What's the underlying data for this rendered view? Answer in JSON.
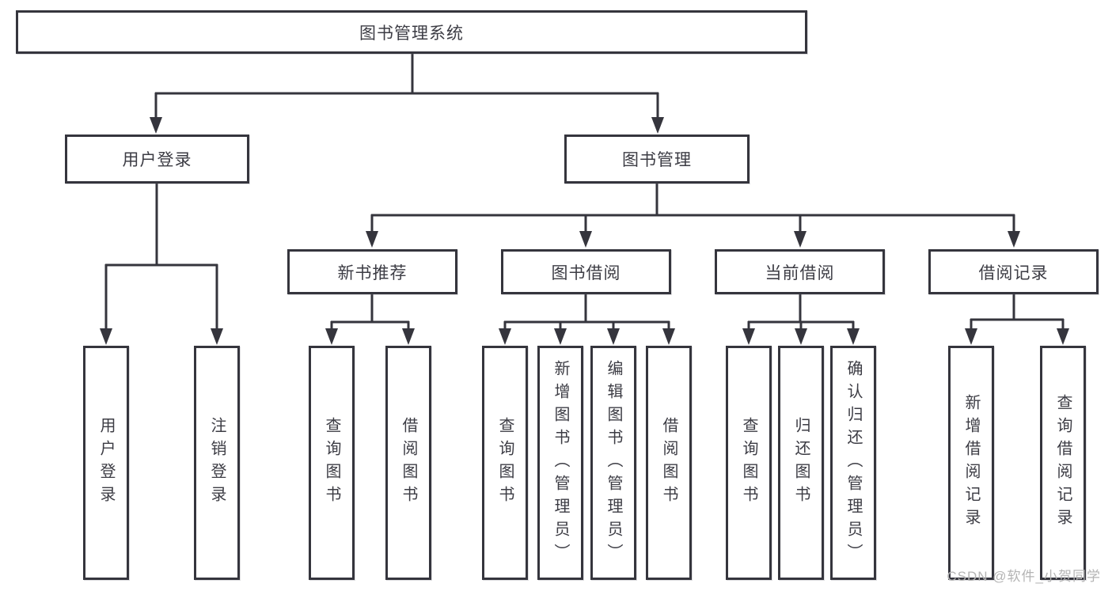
{
  "diagram": {
    "tree": {
      "root": {
        "label": "图书管理系统",
        "children": [
          {
            "label": "用户登录",
            "children": [
              {
                "label": "用户登录"
              },
              {
                "label": "注销登录"
              }
            ]
          },
          {
            "label": "图书管理",
            "children": [
              {
                "label": "新书推荐",
                "children": [
                  {
                    "label": "查询图书"
                  },
                  {
                    "label": "借阅图书"
                  }
                ]
              },
              {
                "label": "图书借阅",
                "children": [
                  {
                    "label": "查询图书"
                  },
                  {
                    "label": "新增图书（管理员）"
                  },
                  {
                    "label": "编辑图书（管理员）"
                  },
                  {
                    "label": "借阅图书"
                  }
                ]
              },
              {
                "label": "当前借阅",
                "children": [
                  {
                    "label": "查询图书"
                  },
                  {
                    "label": "归还图书"
                  },
                  {
                    "label": "确认归还（管理员）"
                  }
                ]
              },
              {
                "label": "借阅记录",
                "children": [
                  {
                    "label": "新增借阅记录"
                  },
                  {
                    "label": "查询借阅记录"
                  }
                ]
              }
            ]
          }
        ]
      }
    },
    "colors": {
      "line": "#35353d",
      "text": "#3c3c44",
      "background": "#ffffff",
      "watermark": "#b4b4b4"
    }
  },
  "watermark": {
    "text": "CSDN @软件_小贺同学"
  }
}
